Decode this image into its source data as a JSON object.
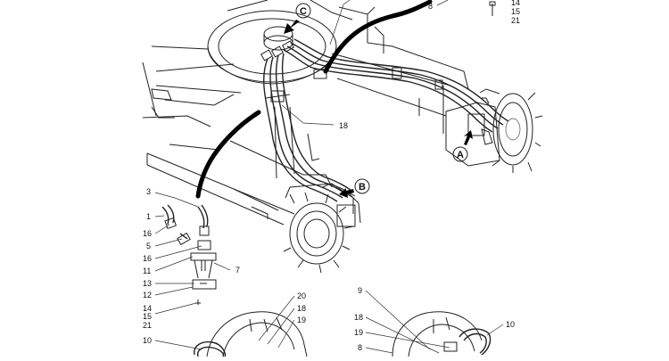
{
  "callouts": {
    "top_14": "14",
    "top_15": "15",
    "top_21": "21",
    "top_8": "8",
    "c_18_mid": "18",
    "inset_3": "3",
    "inset_1": "1",
    "inset_16a": "16",
    "inset_5": "5",
    "inset_16b": "16",
    "inset_11": "11",
    "inset_13": "13",
    "inset_12": "12",
    "inset_7": "7",
    "inset_14": "14",
    "inset_15": "15",
    "inset_21": "21",
    "bl_20": "20",
    "bl_18": "18",
    "bl_19": "19",
    "bl_10": "10",
    "br_9": "9",
    "br_18": "18",
    "br_19": "19",
    "br_8": "8",
    "br_10": "10"
  },
  "view_markers": {
    "a": "A",
    "b": "B",
    "c": "C"
  }
}
